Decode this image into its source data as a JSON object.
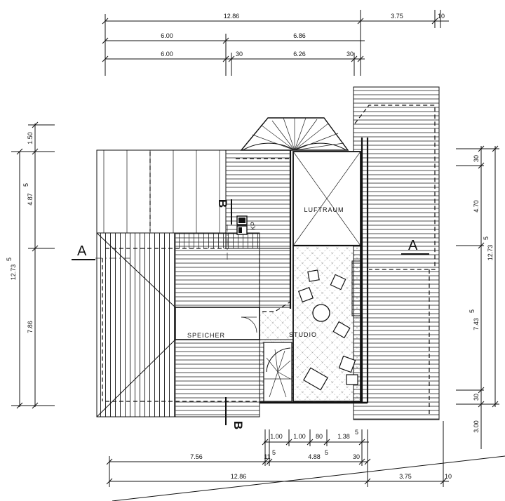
{
  "dimensions": {
    "top_total_left": "12.86",
    "top_total_right": "3.75",
    "top_edge": "10",
    "top_row2_a": "6.00",
    "top_row2_b": "6.86",
    "top_row3_a": "6.00",
    "top_row3_b": "30",
    "top_row3_c": "6.26",
    "top_row3_d": "30",
    "left_a": "1.50",
    "left_b": "4.87",
    "left_b_sup": "5",
    "left_total": "12.73",
    "left_total_sup": "5",
    "left_c": "7.86",
    "right_a": "30",
    "right_b": "4.70",
    "right_total": "12.73",
    "right_total_sup": "5",
    "right_c": "7.43",
    "right_c_sup": "5",
    "right_d": "30",
    "right_e": "3.00",
    "bottom_stair_a": "1.00",
    "bottom_stair_b": "1.00",
    "bottom_stair_c": "80",
    "bottom_stair_d": "1.38",
    "bottom_stair_d_sup": "5",
    "bottom_row2_a": "7.56",
    "bottom_row2_b": "11",
    "bottom_row2_b_sup": "5",
    "bottom_row2_c": "4.88",
    "bottom_row2_c_sup": "5",
    "bottom_row2_d": "30",
    "bottom_total_left": "12.86",
    "bottom_total_right": "3.75",
    "bottom_edge": "10"
  },
  "rooms": {
    "luftraum": "LUFTRAUM",
    "speicher": "SPEICHER",
    "studio": "STUDIO"
  },
  "section_marks": {
    "a_left": "A",
    "a_right": "A",
    "b_top": "B",
    "b_bottom": "B"
  },
  "small_labels": {
    "chimney": "KP"
  }
}
